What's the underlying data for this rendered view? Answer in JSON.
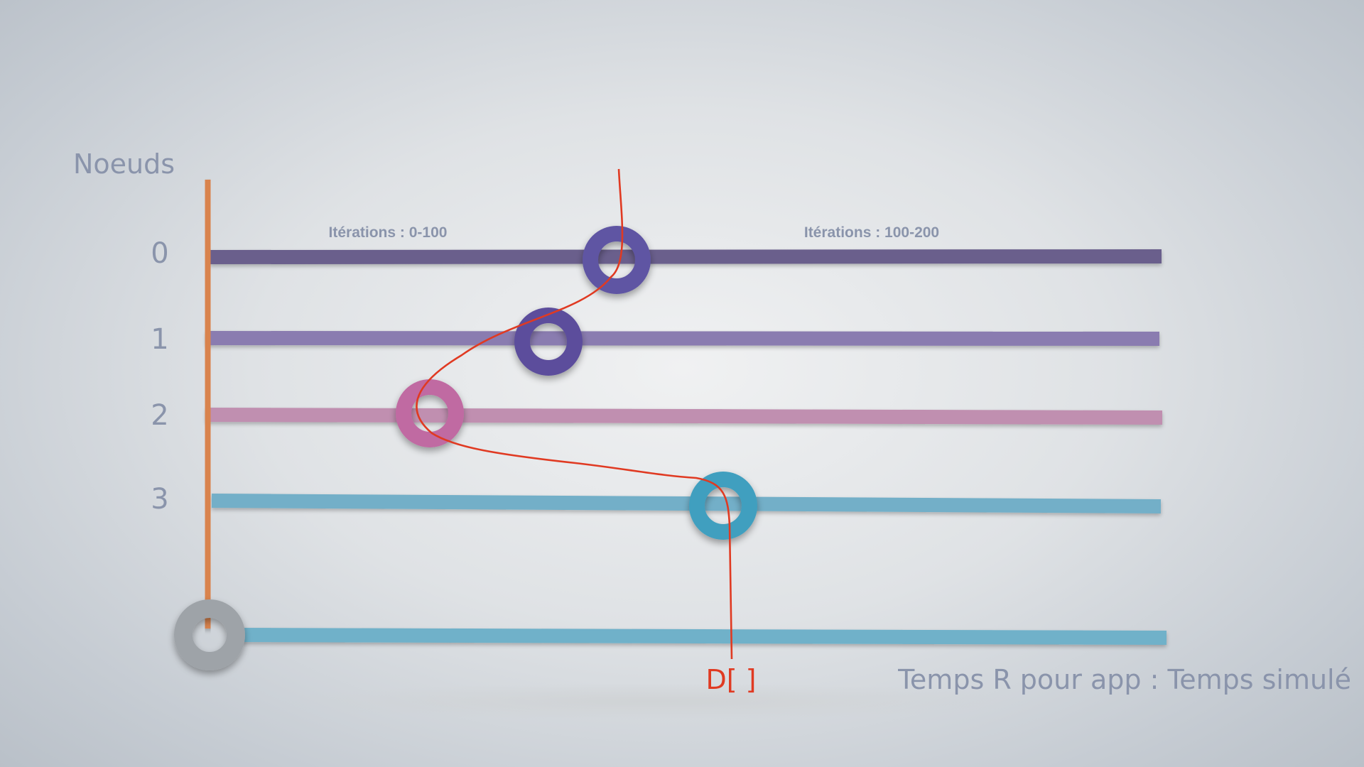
{
  "diagram": {
    "y_axis_title": "Noeuds",
    "nodes": [
      {
        "label": "0",
        "color": "#6a5f8c",
        "ring_color": "#5f55a3"
      },
      {
        "label": "1",
        "color": "#8a7cb0",
        "ring_color": "#5c4d9c"
      },
      {
        "label": "2",
        "color": "#c08fb0",
        "ring_color": "#c06aa2"
      },
      {
        "label": "3",
        "color": "#73afc8",
        "ring_color": "#3f9fbf"
      }
    ],
    "iteration_labels": [
      "Itérations : 0-100",
      "Itérations : 100-200"
    ],
    "time_axis_label": "Temps R pour app : Temps simulé",
    "data_label": "D[ ]",
    "colors": {
      "axis": "#d9834e",
      "path": "#e03a22",
      "text": "#8a94ab",
      "origin_ring": "#9ea3a8",
      "time_line": "#6fb1c9"
    }
  }
}
